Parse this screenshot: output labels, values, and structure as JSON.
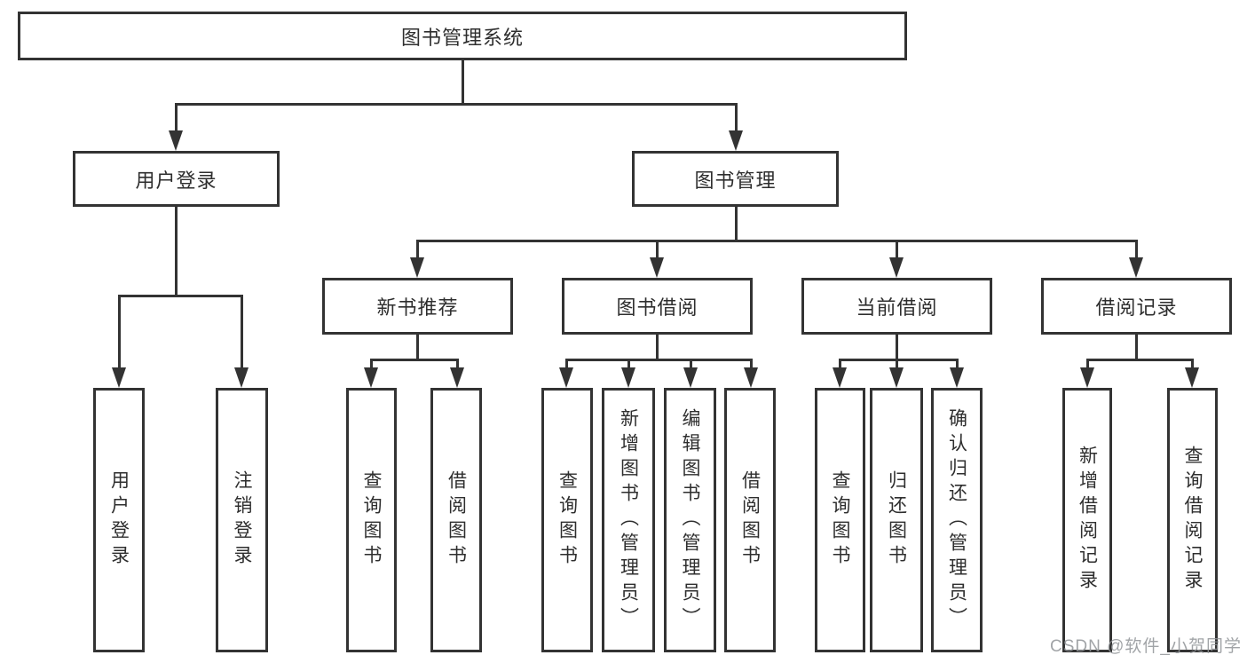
{
  "diagram": {
    "title": "图书管理系统",
    "root": {
      "id": "root",
      "label": "图书管理系统"
    },
    "level2": [
      {
        "id": "user-login",
        "label": "用户登录",
        "parent": "root"
      },
      {
        "id": "book-mgmt",
        "label": "图书管理",
        "parent": "root"
      }
    ],
    "level3": [
      {
        "id": "new-book-rec",
        "label": "新书推荐",
        "parent": "book-mgmt"
      },
      {
        "id": "book-borrow",
        "label": "图书借阅",
        "parent": "book-mgmt"
      },
      {
        "id": "current-borrow",
        "label": "当前借阅",
        "parent": "book-mgmt"
      },
      {
        "id": "borrow-records",
        "label": "借阅记录",
        "parent": "book-mgmt"
      }
    ],
    "leaves": [
      {
        "id": "leaf-user-login",
        "label": "用户登录",
        "parent": "user-login"
      },
      {
        "id": "leaf-logout",
        "label": "注销登录",
        "parent": "user-login"
      },
      {
        "id": "leaf-query-books-rec",
        "label": "查询图书",
        "parent": "new-book-rec"
      },
      {
        "id": "leaf-borrow-books-rec",
        "label": "借阅图书",
        "parent": "new-book-rec"
      },
      {
        "id": "leaf-query-books-borrow",
        "label": "查询图书",
        "parent": "book-borrow"
      },
      {
        "id": "leaf-add-books",
        "label": "新增图书（管理员）",
        "parent": "book-borrow"
      },
      {
        "id": "leaf-edit-books",
        "label": "编辑图书（管理员）",
        "parent": "book-borrow"
      },
      {
        "id": "leaf-borrow-books",
        "label": "借阅图书",
        "parent": "book-borrow"
      },
      {
        "id": "leaf-query-books-current",
        "label": "查询图书",
        "parent": "current-borrow"
      },
      {
        "id": "leaf-return-books",
        "label": "归还图书",
        "parent": "current-borrow"
      },
      {
        "id": "leaf-confirm-return",
        "label": "确认归还（管理员）",
        "parent": "current-borrow"
      },
      {
        "id": "leaf-add-borrow-record",
        "label": "新增借阅记录",
        "parent": "borrow-records"
      },
      {
        "id": "leaf-query-borrow-record",
        "label": "查询借阅记录",
        "parent": "borrow-records"
      }
    ]
  },
  "watermark": {
    "text": "CSDN @软件_小贺同学"
  },
  "colors": {
    "line": "#333333",
    "text": "#2e2e2e",
    "background": "#ffffff",
    "watermark": "#919498"
  }
}
